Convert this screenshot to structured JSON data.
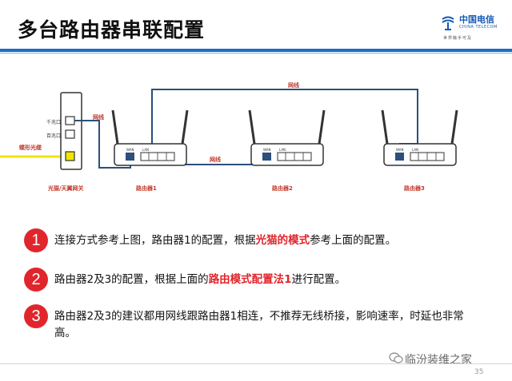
{
  "header": {
    "title": "多台路由器串联配置"
  },
  "logo": {
    "name_cn": "中国电信",
    "name_en": "CHINA TELECOM",
    "slogan": "世界触手可及",
    "brand_color": "#1559b6"
  },
  "diagram": {
    "fiber_label": "蝶形光缆",
    "port_gigabit": "千兆口",
    "port_fast": "百兆口",
    "cable_label_top": "网线",
    "cable_label_left": "网线",
    "cable_label_mid": "网线",
    "modem_label": "光猫/天翼网关",
    "routers": [
      {
        "name": "路由器1",
        "wan": "WAN",
        "lan": "LAN"
      },
      {
        "name": "路由器2",
        "wan": "WAN",
        "lan": "LAN"
      },
      {
        "name": "路由器3",
        "wan": "WAN",
        "lan": "LAN"
      }
    ]
  },
  "items": [
    {
      "number": "1",
      "pre": "连接方式参考上图，路由器1的配置，根据",
      "highlight": "光猫的模式",
      "post": "参考上面的配置。"
    },
    {
      "number": "2",
      "pre": "路由器2及3的配置，根据上面的",
      "highlight": "路由模式配置法1",
      "post": "进行配置。"
    },
    {
      "number": "3",
      "text": "路由器2及3的建议都用网线跟路由器1相连，不推荐无线桥接，影响速率，时延也非常高。"
    }
  ],
  "footer": {
    "watermark": "临汾装维之家",
    "page_number": "35"
  },
  "colors": {
    "accent_red": "#e0262c",
    "header_blue": "#1f6cc4",
    "cable_blue": "#2c4f7c",
    "fiber_yellow": "#f2e600"
  }
}
